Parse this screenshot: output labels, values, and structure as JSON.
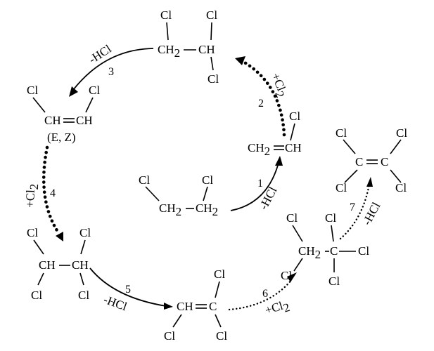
{
  "atoms": {
    "cl": "Cl",
    "ch": "CH",
    "ch2": "CH",
    "c": "C",
    "sub2": "2",
    "eq": "=",
    "ez": "(E, Z)"
  },
  "steps": {
    "s1": {
      "num": "1",
      "reagent": "-HCl"
    },
    "s2": {
      "num": "2",
      "reagent": "+Cl",
      "sub": "2"
    },
    "s3": {
      "num": "3",
      "reagent": "-HCl"
    },
    "s4": {
      "num": "4",
      "reagent": "+Cl",
      "sub": "2"
    },
    "s5": {
      "num": "5",
      "reagent": "-HCl"
    },
    "s6": {
      "num": "6",
      "reagent": "+Cl",
      "sub": "2"
    },
    "s7": {
      "num": "7",
      "reagent": "-HCl"
    }
  }
}
